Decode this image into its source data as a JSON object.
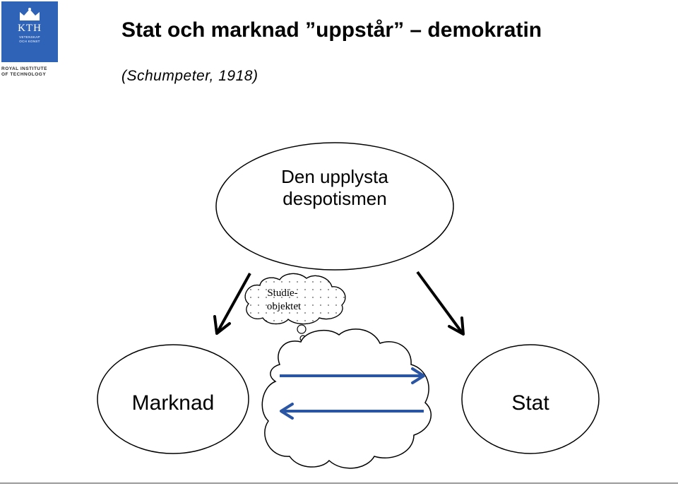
{
  "logo": {
    "letters": "KTH",
    "motto_line1": "VETENSKAP",
    "motto_line2": "OCH KONST",
    "institution_line1": "ROYAL INSTITUTE",
    "institution_line2": "OF TECHNOLOGY"
  },
  "title": "Stat och marknad ”uppstår” – demokratin",
  "subtitle": "(Schumpeter, 1918)",
  "diagram": {
    "top_node": {
      "line1": "Den upplysta",
      "line2": "despotismen"
    },
    "study_object": {
      "line1": "Studie-",
      "line2": "objektet"
    },
    "left_node": "Marknad",
    "right_node": "Stat"
  },
  "colors": {
    "logo_blue": "#2f63b8",
    "flow_arrow_blue": "#2a55a3"
  }
}
